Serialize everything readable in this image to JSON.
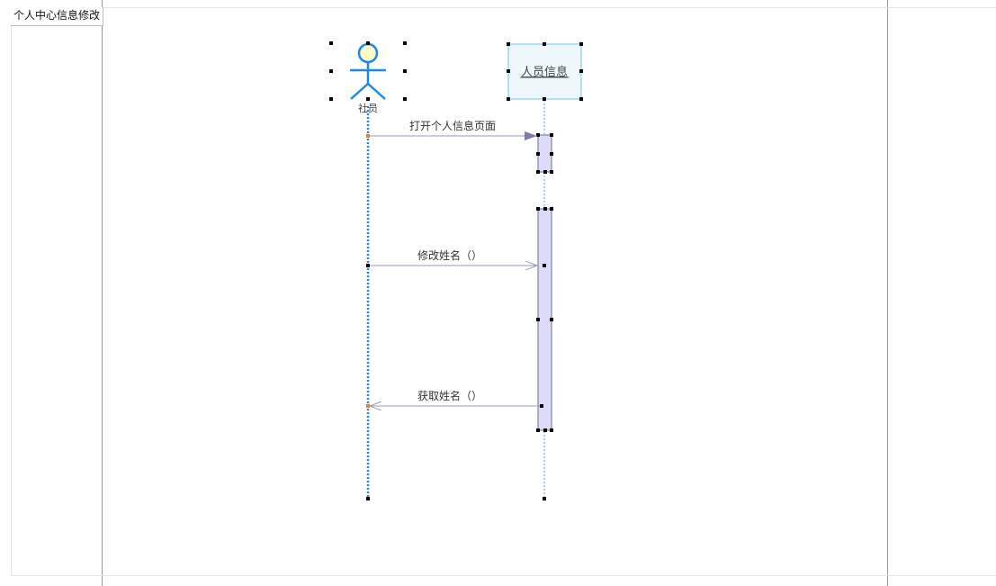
{
  "frame": {
    "title": "个人中心信息修改"
  },
  "lifelines": {
    "actor": {
      "name": "社员"
    },
    "object": {
      "name": "人员信息"
    }
  },
  "messages": [
    {
      "label": "打开个人信息页面",
      "kind": "sync-call"
    },
    {
      "label": "修改姓名（）",
      "kind": "async-call"
    },
    {
      "label": "获取姓名（）",
      "kind": "return"
    }
  ],
  "colors": {
    "actor": "#1e88e5",
    "actor_head": "#fff9c4",
    "object_fill": "#eef8fc",
    "object_border": "#6cc3e0",
    "activation_fill": "#dcdcf8",
    "activation_border": "#6a6aa6",
    "arrow_line": "#9a9ab8",
    "arrow_head": "#7b7bb0"
  }
}
